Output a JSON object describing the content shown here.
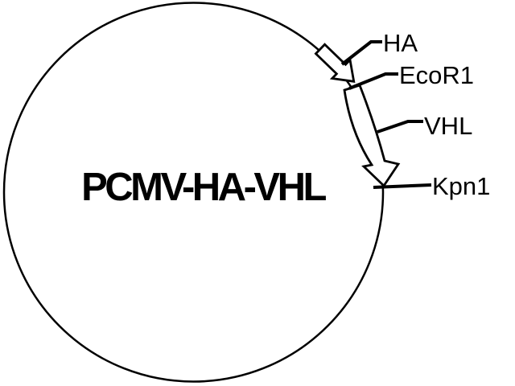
{
  "diagram": {
    "type": "plasmid-map",
    "title": "PCMV-HA-VHL",
    "sites": {
      "ha": {
        "label": "HA"
      },
      "ecor1": {
        "label": "EcoR1"
      },
      "vhl": {
        "label": "VHL"
      },
      "kpn1": {
        "label": "Kpn1"
      }
    },
    "colors": {
      "stroke": "#000000",
      "background": "#ffffff"
    }
  }
}
